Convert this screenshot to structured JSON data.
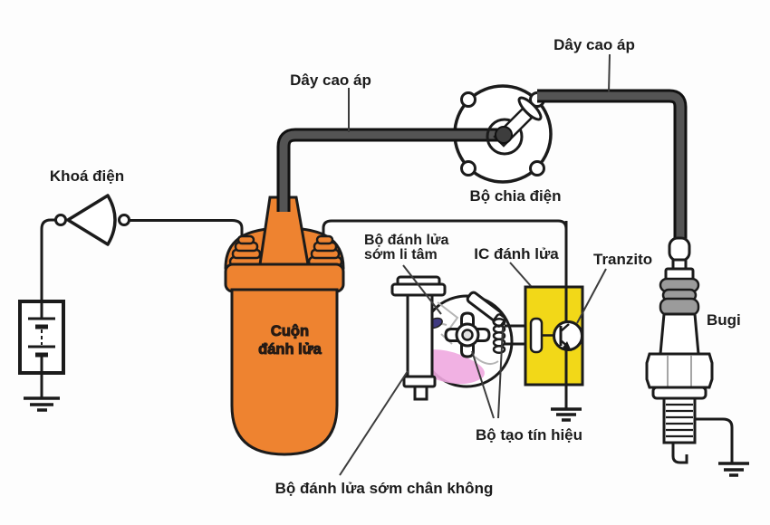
{
  "labels": {
    "high_voltage_wire_left": "Dây cao áp",
    "high_voltage_wire_right": "Dây cao áp",
    "ignition_switch": "Khoá điện",
    "distributor": "Bộ chia điện",
    "centrifugal_advance_line1": "Bộ đánh lửa",
    "centrifugal_advance_line2": "sớm li tâm",
    "ignition_ic": "IC đánh lửa",
    "transistor": "Tranzito",
    "spark_plug": "Bugi",
    "signal_generator": "Bộ tạo tín hiệu",
    "vacuum_advance": "Bộ đánh lửa sớm chân không",
    "ignition_coil_line1": "Cuộn",
    "ignition_coil_line2": "đánh lửa"
  },
  "colors": {
    "coil_orange": "#ee8330",
    "ic_yellow": "#f2d818",
    "signal_pink": "#f0a8e0",
    "signal_purple": "#3f3a80",
    "wire_gray": "#545454",
    "ink": "#1b1b1b",
    "background": "#fdfdfd"
  }
}
